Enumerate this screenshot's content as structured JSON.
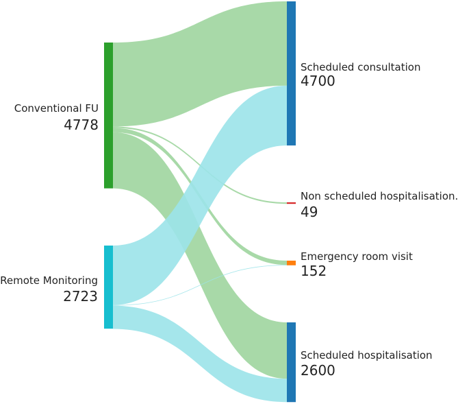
{
  "chart_data": {
    "type": "sankey",
    "sources": [
      {
        "id": "conventional",
        "name": "Conventional FU",
        "value": "4778",
        "color": "#2ca02c"
      },
      {
        "id": "remote",
        "name": "Remote Monitoring",
        "value": "2723",
        "color": "#17becf"
      }
    ],
    "targets": [
      {
        "id": "consultation",
        "name": "Scheduled consultation",
        "value": "4700",
        "color": "#1f77b4"
      },
      {
        "id": "nonsched",
        "name": "Non scheduled hospitalisation.",
        "value": "49",
        "color": "#d62728"
      },
      {
        "id": "er",
        "name": "Emergency room visit",
        "value": "152",
        "color": "#ff7f0e"
      },
      {
        "id": "hosp",
        "name": "Scheduled hospitalisation",
        "value": "2600",
        "color": "#1f77b4"
      }
    ],
    "flows": [
      {
        "source": "conventional",
        "target": "consultation",
        "value": 2750
      },
      {
        "source": "conventional",
        "target": "nonsched",
        "value": 49
      },
      {
        "source": "conventional",
        "target": "er",
        "value": 140
      },
      {
        "source": "conventional",
        "target": "hosp",
        "value": 1839
      },
      {
        "source": "remote",
        "target": "consultation",
        "value": 1950
      },
      {
        "source": "remote",
        "target": "er",
        "value": 12
      },
      {
        "source": "remote",
        "target": "hosp",
        "value": 761
      }
    ],
    "link_colors": {
      "conventional": "#9fd59f",
      "remote": "#9be3e9"
    }
  }
}
